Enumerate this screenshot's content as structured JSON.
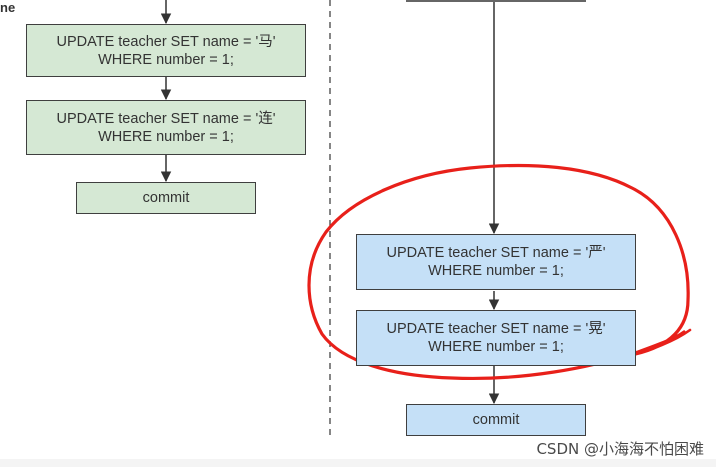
{
  "corner_fragment": "ne",
  "left_column": {
    "box1": {
      "line1": "UPDATE teacher  SET name = '马'",
      "line2": "WHERE number = 1;"
    },
    "box2": {
      "line1": "UPDATE teacher  SET name = '连'",
      "line2": "WHERE number = 1;"
    },
    "commit": "commit"
  },
  "right_column": {
    "box1": {
      "line1": "UPDATE teacher  SET name = '严'",
      "line2": "WHERE number = 1;"
    },
    "box2": {
      "line1": "UPDATE teacher  SET name = '晃'",
      "line2": "WHERE number = 1;"
    },
    "commit": "commit"
  },
  "colors": {
    "green_fill": "#d5e8d4",
    "blue_fill": "#c5e0f7",
    "annotation_red": "#e8201a"
  },
  "watermark": "CSDN @小海海不怕困难"
}
